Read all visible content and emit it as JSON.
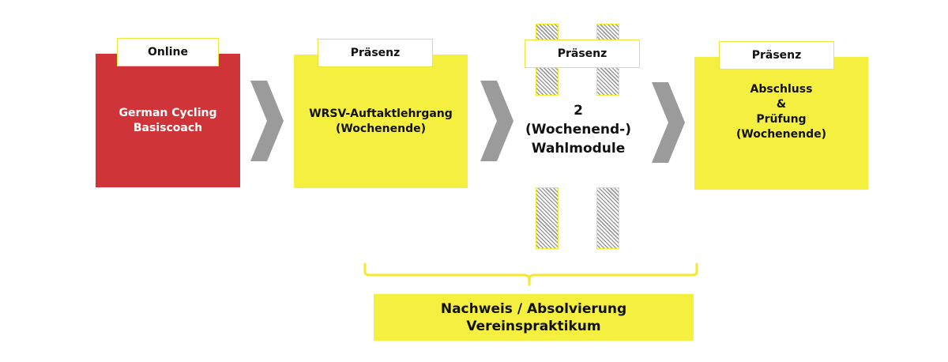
{
  "diagram": {
    "steps": [
      {
        "tag": "Online",
        "title": "German Cycling\nBasiscoach",
        "color": "#cf3538"
      },
      {
        "tag": "Präsenz",
        "title": "WRSV-Auftaktlehrgang\n(Wochenende)",
        "color": "#f5ef3f"
      },
      {
        "tag": "Präsenz",
        "title": "2\n(Wochenend-)\nWahlmodule",
        "style": "hatched"
      },
      {
        "tag": "Präsenz",
        "title": "Abschluss\n&\nPrüfung\n(Wochenende)",
        "color": "#f5ef3f"
      }
    ],
    "arrow_icon": "chevron-right",
    "arrow_color": "#9b9b9b",
    "bracket_color": "#f2ea2e",
    "bottom_box": {
      "text": "Nachweis / Absolvierung\nVereinspraktikum",
      "color": "#f5ef3f"
    }
  }
}
